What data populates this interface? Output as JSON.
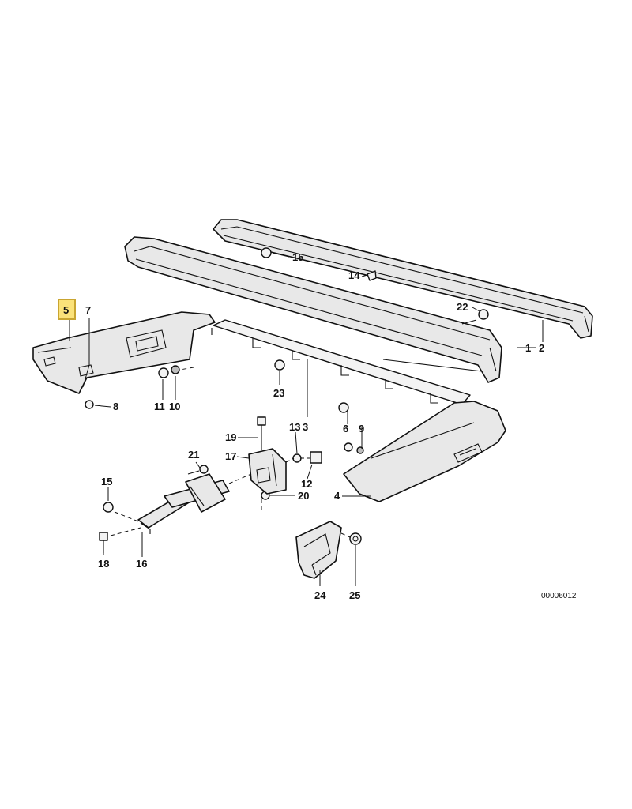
{
  "diagram": {
    "drawing_code": "00006012",
    "highlighted_part": "5",
    "callouts": [
      "1",
      "2",
      "3",
      "4",
      "5",
      "6",
      "7",
      "8",
      "9",
      "10",
      "11",
      "12",
      "13",
      "14",
      "15",
      "15",
      "16",
      "17",
      "18",
      "19",
      "20",
      "21",
      "22",
      "23",
      "24",
      "25"
    ]
  }
}
